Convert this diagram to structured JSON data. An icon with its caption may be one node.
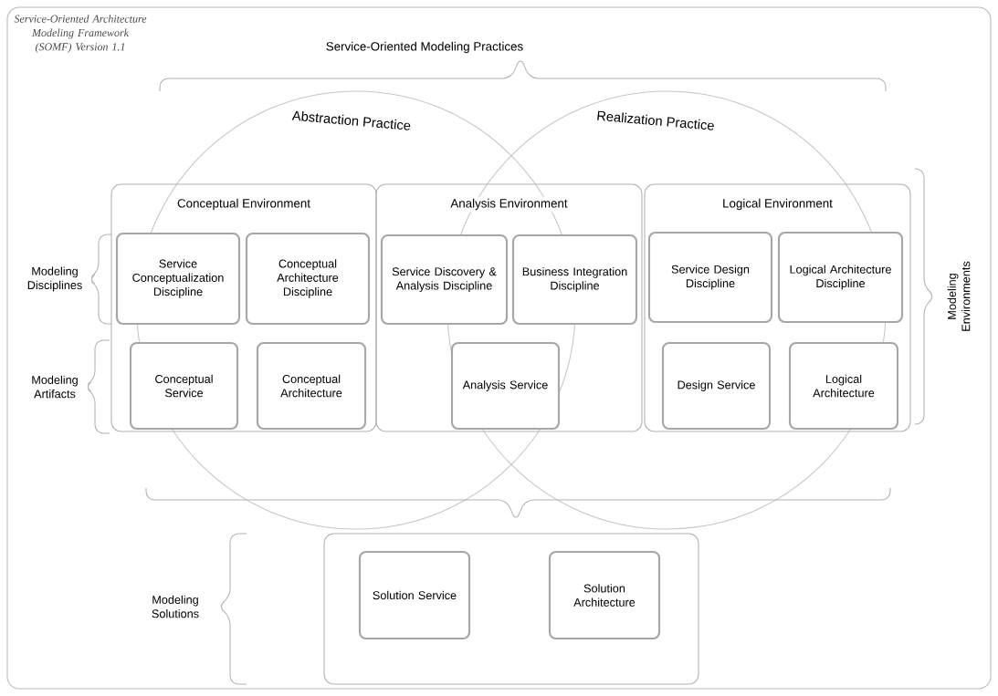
{
  "diagram": {
    "title": "Service-Oriented Architecture Modeling Framework (SOMF) Version 1.1",
    "nodes": [
      {
        "text": [
          "Abstraction Practice"
        ]
      },
      {
        "text": [
          "Realization Practice"
        ]
      },
      {
        "text": [
          "Conceptual Environment"
        ]
      },
      {
        "text": [
          "Service Conceptualization Discipline"
        ],
        "in": 2
      },
      {
        "text": [
          "Conceptual Architecture Discipline"
        ],
        "in": 2
      },
      {
        "text": [
          "Conceptual Service"
        ],
        "in": 2
      },
      {
        "text": [
          "Conceptual Architecture"
        ],
        "in": 2
      },
      {
        "text": [
          "Analysis Environment"
        ]
      },
      {
        "text": [
          "Service Discovery & Analysis Discipline"
        ]
      },
      {
        "text": [
          "Business Integration Discipline"
        ]
      },
      {
        "text": [
          "Analysis Service"
        ]
      },
      {
        "text": [
          "Logical Environment"
        ]
      },
      {
        "text": [
          "Service Design Discipline"
        ],
        "in": 11
      },
      {
        "text": [
          "Logical Architecture Discipline"
        ],
        "in": 11
      },
      {
        "text": [
          "Design Service"
        ],
        "in": 11
      },
      {
        "text": [
          "Logical Architecture"
        ],
        "in": 11
      },
      {
        "text": [],
        "shape": "box"
      },
      {
        "text": [
          "Solution Service"
        ],
        "in": 16
      },
      {
        "text": [
          "Solution Architecture"
        ],
        "in": 16
      }
    ],
    "labels": [
      "Service-Oriented Modeling Practices",
      "Modeling Disciplines",
      "Modeling Artifacts",
      "Modeling Environments",
      "Modeling Solutions"
    ]
  }
}
